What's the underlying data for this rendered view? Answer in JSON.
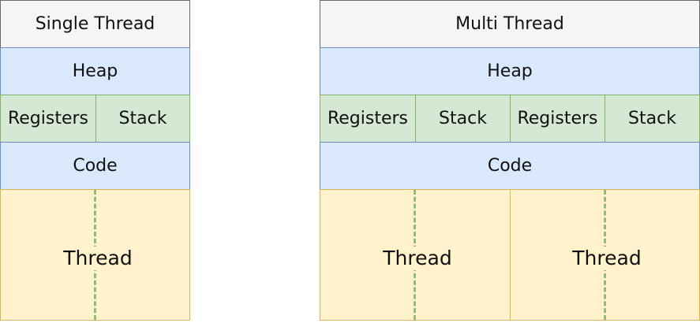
{
  "single": {
    "title": "Single Thread",
    "heap": "Heap",
    "registers": "Registers",
    "stack": "Stack",
    "code": "Code",
    "thread": "Thread"
  },
  "multi": {
    "title": "Multi Thread",
    "heap": "Heap",
    "registers_1": "Registers",
    "stack_1": "Stack",
    "registers_2": "Registers",
    "stack_2": "Stack",
    "code": "Code",
    "thread_1": "Thread",
    "thread_2": "Thread"
  }
}
